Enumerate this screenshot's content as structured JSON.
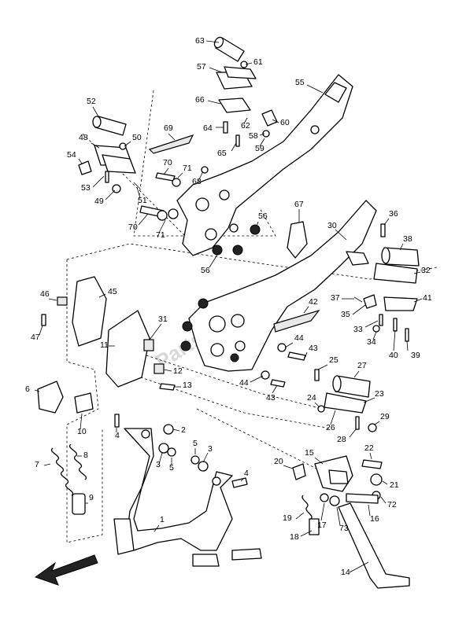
{
  "watermark": "Parts Republik",
  "callouts": [
    {
      "id": "c63",
      "label": "63"
    },
    {
      "id": "c61",
      "label": "61"
    },
    {
      "id": "c57",
      "label": "57"
    },
    {
      "id": "c55",
      "label": "55"
    },
    {
      "id": "c66",
      "label": "66"
    },
    {
      "id": "c62",
      "label": "62"
    },
    {
      "id": "c60",
      "label": "60"
    },
    {
      "id": "c64",
      "label": "64"
    },
    {
      "id": "c58",
      "label": "58"
    },
    {
      "id": "c59",
      "label": "59"
    },
    {
      "id": "c65",
      "label": "65"
    },
    {
      "id": "c52",
      "label": "52"
    },
    {
      "id": "c69",
      "label": "69"
    },
    {
      "id": "c48",
      "label": "48"
    },
    {
      "id": "c50",
      "label": "50"
    },
    {
      "id": "c54",
      "label": "54"
    },
    {
      "id": "c70a",
      "label": "70"
    },
    {
      "id": "c71a",
      "label": "71"
    },
    {
      "id": "c68",
      "label": "68"
    },
    {
      "id": "c53",
      "label": "53"
    },
    {
      "id": "c49",
      "label": "49"
    },
    {
      "id": "c51",
      "label": "51"
    },
    {
      "id": "c67",
      "label": "67"
    },
    {
      "id": "c56a",
      "label": "56"
    },
    {
      "id": "c70b",
      "label": "70"
    },
    {
      "id": "c71b",
      "label": "71"
    },
    {
      "id": "c56b",
      "label": "56"
    },
    {
      "id": "c36",
      "label": "36"
    },
    {
      "id": "c30",
      "label": "30"
    },
    {
      "id": "c38",
      "label": "38"
    },
    {
      "id": "c32",
      "label": "32"
    },
    {
      "id": "c46",
      "label": "46"
    },
    {
      "id": "c45",
      "label": "45"
    },
    {
      "id": "c37",
      "label": "37"
    },
    {
      "id": "c41",
      "label": "41"
    },
    {
      "id": "c35",
      "label": "35"
    },
    {
      "id": "c42",
      "label": "42"
    },
    {
      "id": "c33",
      "label": "33"
    },
    {
      "id": "c47",
      "label": "47"
    },
    {
      "id": "c31",
      "label": "31"
    },
    {
      "id": "c34",
      "label": "34"
    },
    {
      "id": "c40",
      "label": "40"
    },
    {
      "id": "c39",
      "label": "39"
    },
    {
      "id": "c11",
      "label": "11"
    },
    {
      "id": "c44a",
      "label": "44"
    },
    {
      "id": "c43a",
      "label": "43"
    },
    {
      "id": "c12",
      "label": "12"
    },
    {
      "id": "c25",
      "label": "25"
    },
    {
      "id": "c27",
      "label": "27"
    },
    {
      "id": "c13",
      "label": "13"
    },
    {
      "id": "c44b",
      "label": "44"
    },
    {
      "id": "c43b",
      "label": "43"
    },
    {
      "id": "c6",
      "label": "6"
    },
    {
      "id": "c23",
      "label": "23"
    },
    {
      "id": "c24",
      "label": "24"
    },
    {
      "id": "c10",
      "label": "10"
    },
    {
      "id": "c29",
      "label": "29"
    },
    {
      "id": "c26",
      "label": "26"
    },
    {
      "id": "c4a",
      "label": "4"
    },
    {
      "id": "c2",
      "label": "2"
    },
    {
      "id": "c28",
      "label": "28"
    },
    {
      "id": "c5a",
      "label": "5"
    },
    {
      "id": "c3a",
      "label": "3"
    },
    {
      "id": "c22",
      "label": "22"
    },
    {
      "id": "c7",
      "label": "7"
    },
    {
      "id": "c8",
      "label": "8"
    },
    {
      "id": "c3b",
      "label": "3"
    },
    {
      "id": "c5b",
      "label": "5"
    },
    {
      "id": "c15",
      "label": "15"
    },
    {
      "id": "c20",
      "label": "20"
    },
    {
      "id": "c4b",
      "label": "4"
    },
    {
      "id": "c21",
      "label": "21"
    },
    {
      "id": "c9",
      "label": "9"
    },
    {
      "id": "c72",
      "label": "72"
    },
    {
      "id": "c19",
      "label": "19"
    },
    {
      "id": "c17",
      "label": "17"
    },
    {
      "id": "c73",
      "label": "73"
    },
    {
      "id": "c16",
      "label": "16"
    },
    {
      "id": "c1",
      "label": "1"
    },
    {
      "id": "c18",
      "label": "18"
    },
    {
      "id": "c14",
      "label": "14"
    }
  ]
}
